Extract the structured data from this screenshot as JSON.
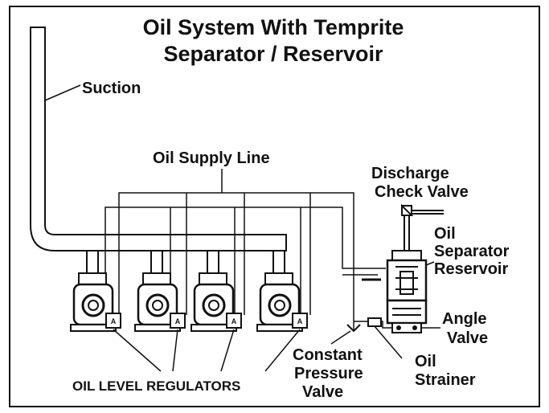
{
  "diagram": {
    "title_line1": "Oil System With Temprite",
    "title_line2": "Separator / Reservoir",
    "labels": {
      "suction": "Suction",
      "oil_supply_line": "Oil Supply Line",
      "discharge_check_valve_1": "Discharge",
      "discharge_check_valve_2": "Check Valve",
      "oil_separator_reservoir_1": "Oil",
      "oil_separator_reservoir_2": "Separator",
      "oil_separator_reservoir_3": "Reservoir",
      "angle_valve_1": "Angle",
      "angle_valve_2": "Valve",
      "constant_pressure_valve_1": "Constant",
      "constant_pressure_valve_2": "Pressure",
      "constant_pressure_valve_3": "Valve",
      "oil_strainer_1": "Oil",
      "oil_strainer_2": "Strainer",
      "oil_level_regulators": "OIL LEVEL REGULATORS"
    },
    "regulator_badges": [
      "A",
      "A",
      "A",
      "A"
    ],
    "colors": {
      "line": "#111111",
      "background": "#ffffff"
    }
  }
}
